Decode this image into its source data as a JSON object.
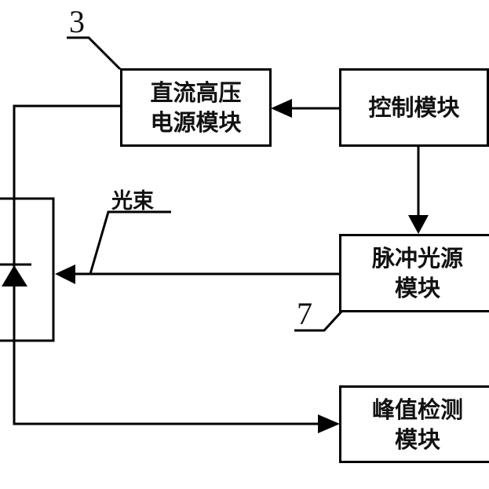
{
  "diagram": {
    "type": "block-diagram",
    "blocks": {
      "hv_supply": {
        "line1": "直流高压",
        "line2": "电源模块",
        "ref": "3"
      },
      "control": {
        "line1": "控制模块"
      },
      "pulse_source": {
        "line1": "脉冲光源",
        "line2": "模块",
        "ref": "7"
      },
      "peak_detect": {
        "line1": "峰值检测",
        "line2": "模块"
      }
    },
    "labels": {
      "beam": "光束"
    },
    "connections": [
      {
        "from": "control",
        "to": "hv_supply"
      },
      {
        "from": "control",
        "to": "pulse_source"
      },
      {
        "from": "pulse_source",
        "to": "photodiode",
        "label": "光束"
      },
      {
        "from": "hv_supply",
        "to": "photodiode"
      },
      {
        "from": "photodiode",
        "to": "peak_detect"
      }
    ]
  }
}
